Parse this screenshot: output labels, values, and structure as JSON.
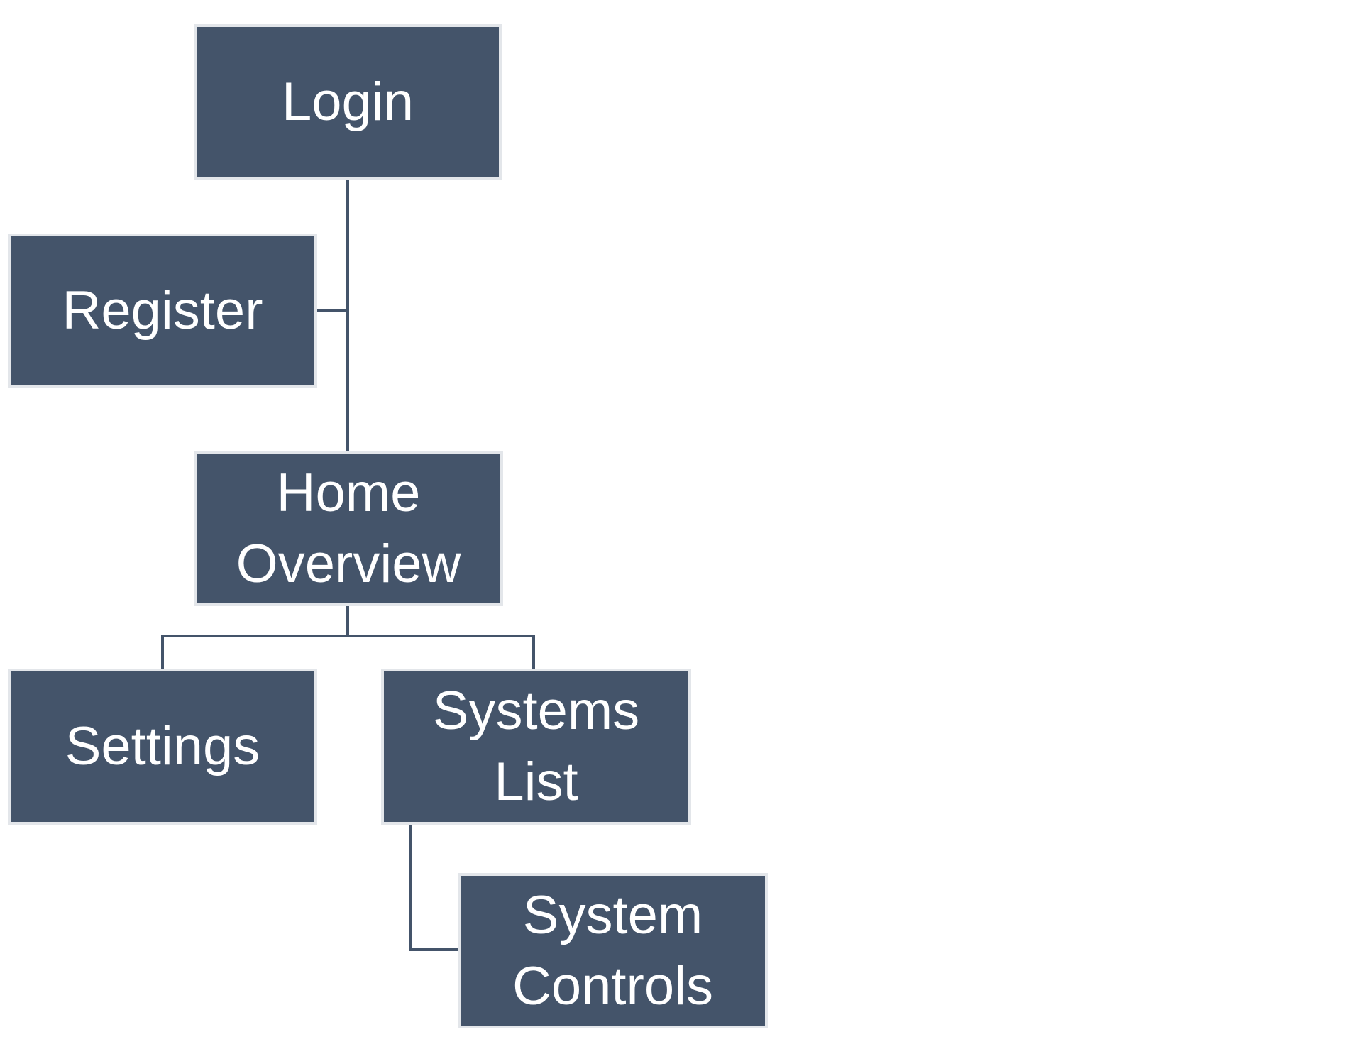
{
  "theme": {
    "node_fill": "#44546a",
    "node_text": "#ffffff",
    "node_border": "#e3e6ea",
    "connector": "#44546a",
    "background": "#ffffff"
  },
  "nodes": {
    "login": {
      "lines": [
        "Login"
      ]
    },
    "register": {
      "lines": [
        "Register"
      ]
    },
    "home_overview": {
      "lines": [
        "Home",
        "Overview"
      ]
    },
    "settings": {
      "lines": [
        "Settings"
      ]
    },
    "systems_list": {
      "lines": [
        "Systems",
        "List"
      ]
    },
    "system_controls": {
      "lines": [
        "System",
        "Controls"
      ]
    }
  },
  "edges": [
    {
      "from": "login",
      "to": "home_overview"
    },
    {
      "from": "login",
      "to": "register"
    },
    {
      "from": "home_overview",
      "to": "settings"
    },
    {
      "from": "home_overview",
      "to": "systems_list"
    },
    {
      "from": "systems_list",
      "to": "system_controls"
    }
  ]
}
